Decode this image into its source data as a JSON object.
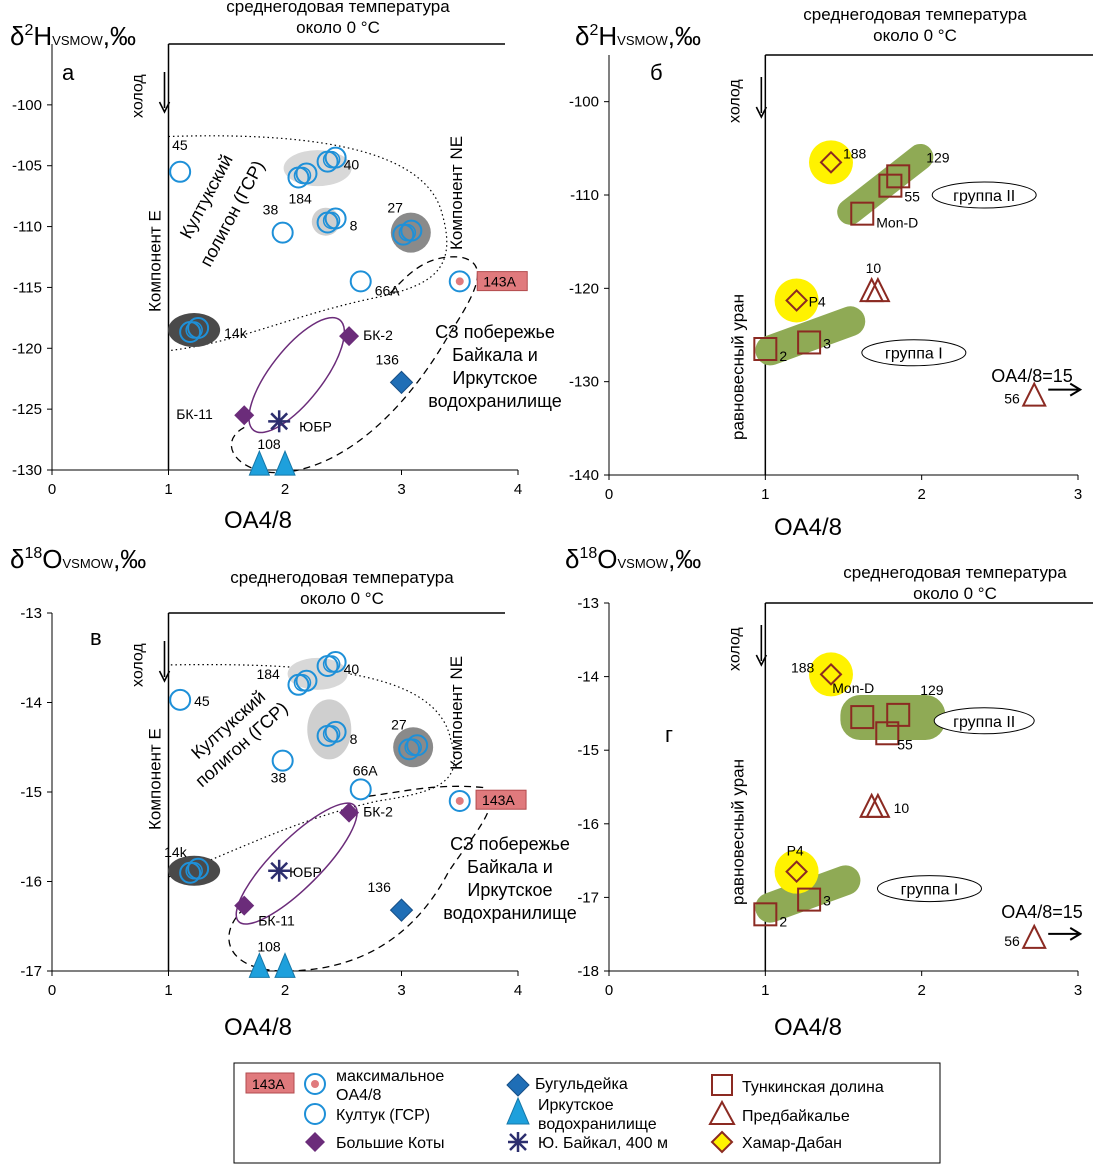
{
  "colors": {
    "blue": "#1e90d8",
    "blue_fill": "#4fa3e0",
    "pink": "#e7a3a6",
    "purple": "#6b2c7a",
    "navy": "#2c2e6e",
    "diamond_blue": "#1f6eb6",
    "maroon": "#8b2a22",
    "olive": "#8faa55",
    "yellow": "#fff200",
    "yellow_stroke": "#c59b00",
    "dark_gray": "#4a4a4a",
    "mid_gray": "#8a8a8a",
    "light_gray": "#cfcfcf"
  },
  "chart_data": [
    {
      "id": "a",
      "type": "scatter",
      "panel_label": "а",
      "ylabel_main": "δ",
      "ylabel_sup": "2",
      "ylabel_elem": "H",
      "ylabel_sub": "VSMOW",
      "ylabel_unit": ",‰",
      "xlabel": "OA4/8",
      "top_text_1": "среднегодовая температура",
      "top_text_2": "около 0 °C",
      "cold_label": "холод",
      "xlim": [
        0,
        4
      ],
      "ylim": [
        -130,
        -95
      ],
      "xticks": [
        0,
        1,
        2,
        3,
        4
      ],
      "yticks": [
        -130,
        -125,
        -120,
        -115,
        -110,
        -105,
        -100
      ],
      "annotations": {
        "component_e": "Компонент E",
        "component_ne": "Компонент NE",
        "kultuk_1": "Култукский",
        "kultuk_2": "полигон (ГСР)",
        "coast_1": "СЗ побережье",
        "coast_2": "Байкала и",
        "coast_3": "Иркутское",
        "coast_4": "водохранилище",
        "box_143a": "143А"
      },
      "points": [
        {
          "x": 1.1,
          "y": -105.5,
          "sym": "open_circle",
          "label": "45"
        },
        {
          "x": 2.15,
          "y": -105.8,
          "sym": "ring_multi",
          "label": "184"
        },
        {
          "x": 2.4,
          "y": -104.5,
          "sym": "ring_multi",
          "label": "40"
        },
        {
          "x": 1.98,
          "y": -110.5,
          "sym": "open_circle",
          "label": "38"
        },
        {
          "x": 2.4,
          "y": -109.5,
          "sym": "ring_multi",
          "label": "8"
        },
        {
          "x": 3.05,
          "y": -110.5,
          "sym": "ring_multi",
          "label": "27"
        },
        {
          "x": 2.65,
          "y": -114.5,
          "sym": "open_circle",
          "label": "66А"
        },
        {
          "x": 3.5,
          "y": -114.5,
          "sym": "max_circle",
          "label": ""
        },
        {
          "x": 1.22,
          "y": -118.5,
          "sym": "ring_multi",
          "label": "14k"
        },
        {
          "x": 2.55,
          "y": -119.0,
          "sym": "diamond_purple",
          "label": "БК-2"
        },
        {
          "x": 1.65,
          "y": -125.5,
          "sym": "diamond_purple",
          "label": "БК-11"
        },
        {
          "x": 3.0,
          "y": -122.8,
          "sym": "diamond_blue",
          "label": "136"
        },
        {
          "x": 1.95,
          "y": -126.0,
          "sym": "star",
          "label": "ЮБР"
        },
        {
          "x": 1.78,
          "y": -129.6,
          "sym": "triangle_blue",
          "label": "108"
        },
        {
          "x": 2.0,
          "y": -129.6,
          "sym": "triangle_blue",
          "label": ""
        }
      ]
    },
    {
      "id": "b",
      "type": "scatter",
      "panel_label": "б",
      "ylabel_main": "δ",
      "ylabel_sup": "2",
      "ylabel_elem": "H",
      "ylabel_sub": "VSMOW",
      "ylabel_unit": ",‰",
      "xlabel": "OA4/8",
      "top_text_1": "среднегодовая температура",
      "top_text_2": "около 0 °C",
      "cold_label": "холод",
      "xlim": [
        0,
        3
      ],
      "ylim": [
        -140,
        -95
      ],
      "xticks": [
        0,
        1,
        2,
        3
      ],
      "yticks": [
        -140,
        -130,
        -120,
        -110,
        -100
      ],
      "annotations": {
        "equilibrium": "равновесный уран",
        "group_2": "группа II",
        "group_1": "группа I",
        "oa_15": "OA4/8=15"
      },
      "points": [
        {
          "x": 1.42,
          "y": -106.5,
          "sym": "diamond_yellow",
          "label": "188"
        },
        {
          "x": 1.62,
          "y": -112.0,
          "sym": "square",
          "label": "Mon-D"
        },
        {
          "x": 1.8,
          "y": -109.0,
          "sym": "square",
          "label": "55"
        },
        {
          "x": 1.85,
          "y": -108.0,
          "sym": "square",
          "label": "129"
        },
        {
          "x": 1.68,
          "y": -120.3,
          "sym": "triangle_open",
          "label": "10"
        },
        {
          "x": 1.72,
          "y": -120.3,
          "sym": "triangle_open",
          "label": ""
        },
        {
          "x": 1.2,
          "y": -121.3,
          "sym": "diamond_yellow",
          "label": "P4"
        },
        {
          "x": 1.0,
          "y": -126.5,
          "sym": "square",
          "label": "2"
        },
        {
          "x": 1.28,
          "y": -125.8,
          "sym": "square",
          "label": "3"
        },
        {
          "x": 2.72,
          "y": -131.5,
          "sym": "triangle_open",
          "label": "56"
        }
      ]
    },
    {
      "id": "v",
      "type": "scatter",
      "panel_label": "в",
      "ylabel_main": "δ",
      "ylabel_sup": "18",
      "ylabel_elem": "O",
      "ylabel_sub": "VSMOW",
      "ylabel_unit": ",‰",
      "xlabel": "OA4/8",
      "top_text_1": "среднегодовая температура",
      "top_text_2": "около 0 °C",
      "cold_label": "холод",
      "xlim": [
        0,
        4
      ],
      "ylim": [
        -17,
        -13
      ],
      "xticks": [
        0,
        1,
        2,
        3,
        4
      ],
      "yticks": [
        -17,
        -16,
        -15,
        -14,
        -13
      ],
      "annotations": {
        "component_e": "Компонент E",
        "component_ne": "Компонент NE",
        "kultuk_1": "Култукский",
        "kultuk_2": "полигон (ГСР)",
        "coast_1": "СЗ побережье",
        "coast_2": "Байкала и",
        "coast_3": "Иркутское",
        "coast_4": "водохранилище",
        "box_143a": "143А"
      },
      "points": [
        {
          "x": 1.1,
          "y": -13.97,
          "sym": "open_circle",
          "label": "45"
        },
        {
          "x": 2.15,
          "y": -13.78,
          "sym": "ring_multi",
          "label": "184"
        },
        {
          "x": 2.4,
          "y": -13.57,
          "sym": "ring_multi",
          "label": "40"
        },
        {
          "x": 2.4,
          "y": -14.35,
          "sym": "ring_multi",
          "label": "8"
        },
        {
          "x": 1.98,
          "y": -14.65,
          "sym": "open_circle",
          "label": "38"
        },
        {
          "x": 3.1,
          "y": -14.5,
          "sym": "ring_multi",
          "label": "27"
        },
        {
          "x": 2.65,
          "y": -14.97,
          "sym": "open_circle",
          "label": "66А"
        },
        {
          "x": 3.5,
          "y": -15.1,
          "sym": "max_circle",
          "label": ""
        },
        {
          "x": 1.22,
          "y": -15.88,
          "sym": "ring_multi",
          "label": "14k"
        },
        {
          "x": 2.55,
          "y": -15.23,
          "sym": "diamond_purple",
          "label": "БК-2"
        },
        {
          "x": 1.65,
          "y": -16.27,
          "sym": "diamond_purple",
          "label": "БК-11"
        },
        {
          "x": 3.0,
          "y": -16.32,
          "sym": "diamond_blue",
          "label": "136"
        },
        {
          "x": 1.95,
          "y": -15.88,
          "sym": "star",
          "label": "ЮБР"
        },
        {
          "x": 1.78,
          "y": -16.96,
          "sym": "triangle_blue",
          "label": "108"
        },
        {
          "x": 2.0,
          "y": -16.96,
          "sym": "triangle_blue",
          "label": ""
        }
      ]
    },
    {
      "id": "g",
      "type": "scatter",
      "panel_label": "г",
      "ylabel_main": "δ",
      "ylabel_sup": "18",
      "ylabel_elem": "O",
      "ylabel_sub": "VSMOW",
      "ylabel_unit": ",‰",
      "xlabel": "OA4/8",
      "top_text_1": "среднегодовая температура",
      "top_text_2": "около 0 °C",
      "cold_label": "холод",
      "xlim": [
        0,
        3
      ],
      "ylim": [
        -18,
        -13
      ],
      "xticks": [
        0,
        1,
        2,
        3
      ],
      "yticks": [
        -18,
        -17,
        -16,
        -15,
        -14,
        -13
      ],
      "annotations": {
        "equilibrium": "равновесный уран",
        "group_2": "группа II",
        "group_1": "группа I",
        "oa_15": "OA4/8=15"
      },
      "points": [
        {
          "x": 1.42,
          "y": -13.97,
          "sym": "diamond_yellow",
          "label": "188"
        },
        {
          "x": 1.62,
          "y": -14.55,
          "sym": "square",
          "label": "Mon-D"
        },
        {
          "x": 1.85,
          "y": -14.52,
          "sym": "square",
          "label": "129"
        },
        {
          "x": 1.78,
          "y": -14.77,
          "sym": "square",
          "label": "55"
        },
        {
          "x": 1.68,
          "y": -15.77,
          "sym": "triangle_open",
          "label": "10"
        },
        {
          "x": 1.72,
          "y": -15.77,
          "sym": "triangle_open",
          "label": ""
        },
        {
          "x": 1.2,
          "y": -16.65,
          "sym": "diamond_yellow",
          "label": "P4"
        },
        {
          "x": 1.0,
          "y": -17.23,
          "sym": "square",
          "label": "2"
        },
        {
          "x": 1.28,
          "y": -17.03,
          "sym": "square",
          "label": "3"
        },
        {
          "x": 2.72,
          "y": -17.55,
          "sym": "triangle_open",
          "label": "56"
        }
      ]
    }
  ],
  "legend": {
    "box_143a": "143А",
    "max_1": "максимальное",
    "max_2": "OA4/8",
    "kultuk": "Култук (ГСР)",
    "kotly": "Большие Коты",
    "bugul": "Бугульдейка",
    "irk_1": "Иркутское",
    "irk_2": "водохранилище",
    "baikal": "Ю. Байкал, 400 м",
    "tunka": "Тункинская долина",
    "predb": "Предбайкалье",
    "hamar": "Хамар-Дабан"
  }
}
